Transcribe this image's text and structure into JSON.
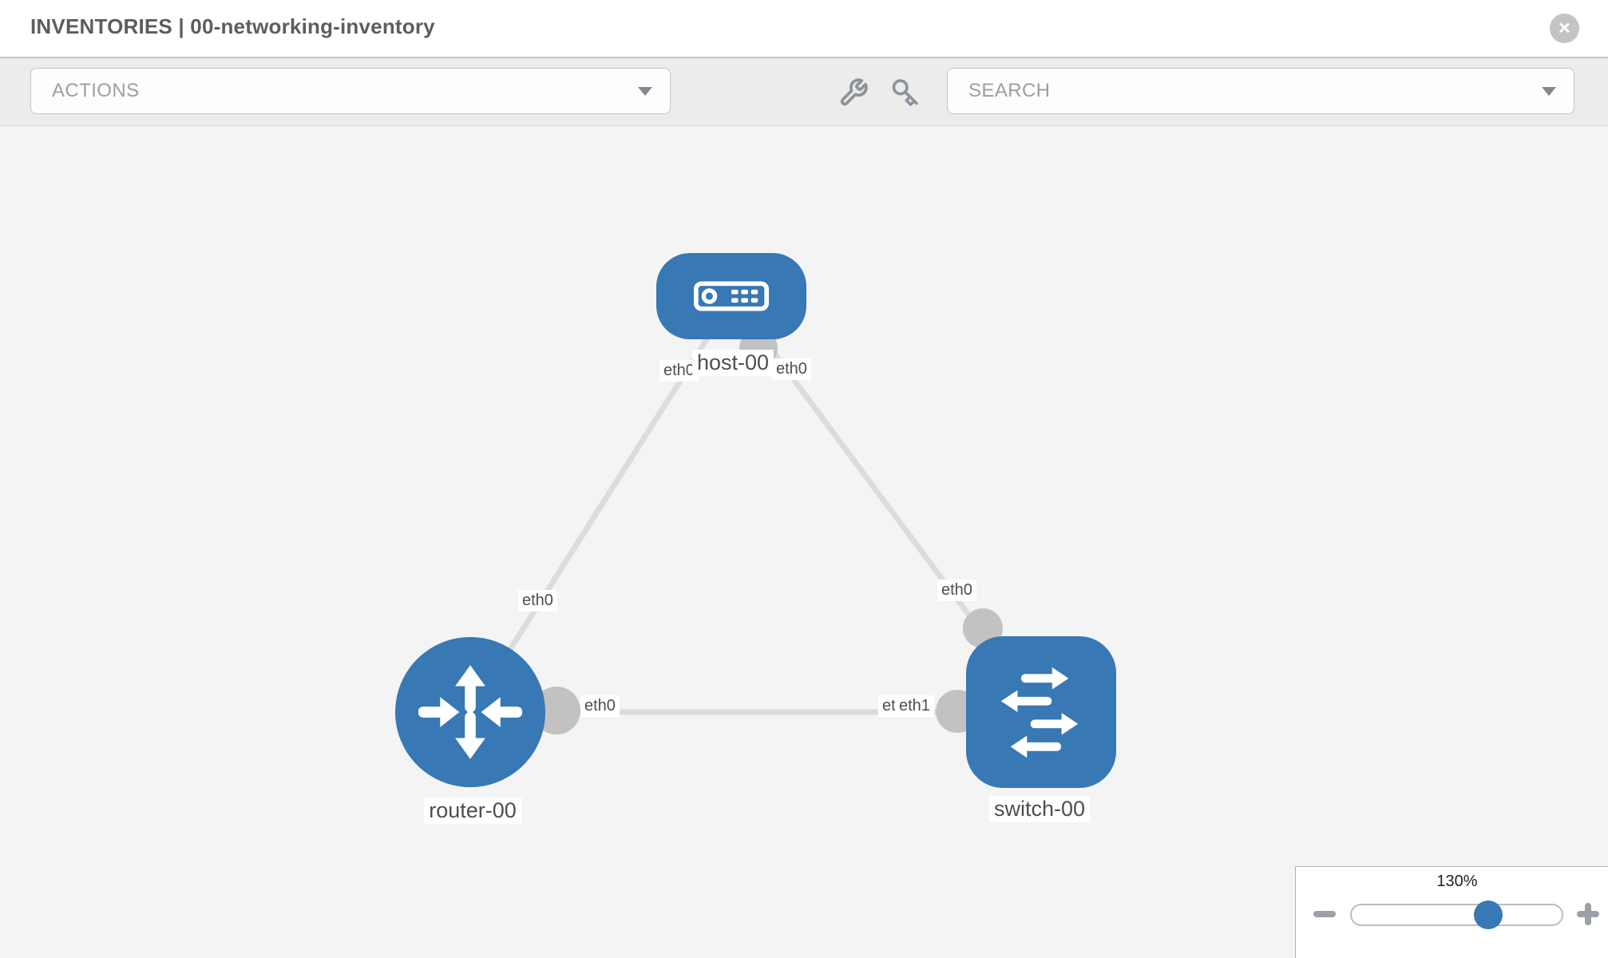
{
  "header": {
    "title": "INVENTORIES | 00-networking-inventory",
    "close_glyph": "✕"
  },
  "toolbar": {
    "actions": {
      "placeholder": "ACTIONS"
    },
    "search": {
      "placeholder": "SEARCH"
    }
  },
  "colors": {
    "node_blue": "#3878b4",
    "link_gray": "#dcdcdc",
    "port_gray": "#c2c2c2",
    "canvas_bg": "#f4f4f4",
    "icon_gray": "#8d939d"
  },
  "diagram": {
    "nodes": [
      {
        "label": "host-00",
        "type": "host"
      },
      {
        "label": "router-00",
        "type": "router"
      },
      {
        "label": "switch-00",
        "type": "switch"
      }
    ],
    "interfaces": {
      "host_left": "eth0",
      "host_right": "eth0",
      "host_router_link": "eth0",
      "host_switch_link": "eth0",
      "router_eth": "eth0",
      "switch_eth_under": "eth0",
      "switch_eth_over": "eth1"
    }
  },
  "zoom_panel": {
    "level": "130%"
  }
}
